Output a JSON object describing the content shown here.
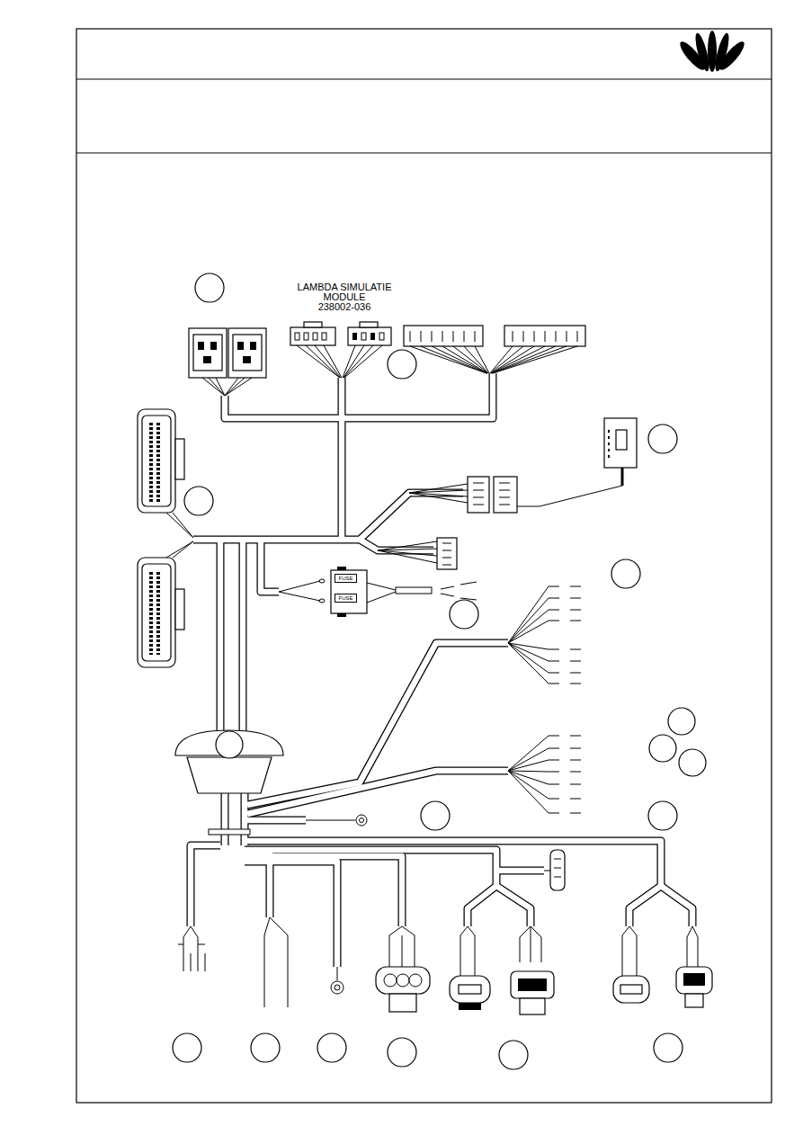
{
  "diagram": {
    "nodes": [
      {
        "text": [
          "LAMBDA SIMULATIE MODULE",
          "238002-036"
        ]
      },
      {
        "text": [
          "FUSE"
        ]
      },
      {
        "text": [
          "FUSE"
        ]
      }
    ]
  }
}
